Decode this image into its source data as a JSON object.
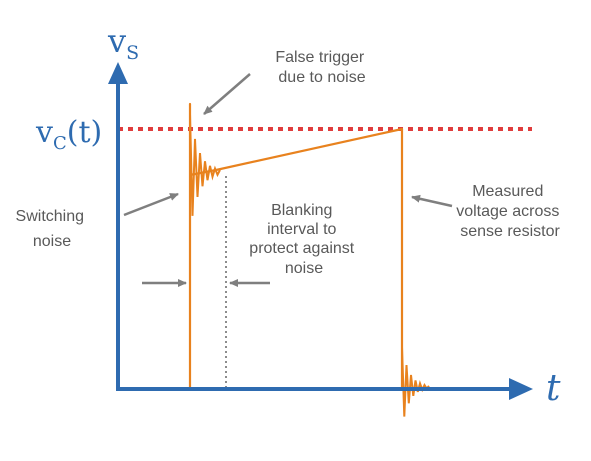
{
  "axes": {
    "y_label_main": "v",
    "y_label_sub": "S",
    "x_label": "t",
    "color": "#2e6bb0"
  },
  "threshold": {
    "label_main": "v",
    "label_sub": "C",
    "label_suffix": "(t)",
    "color": "#e03c3c"
  },
  "waveform": {
    "color": "#e8821e"
  },
  "annotations": {
    "false_trigger": [
      "False trigger",
      "due to noise"
    ],
    "switching_noise": [
      "Switching",
      "noise"
    ],
    "blanking": [
      "Blanking",
      "interval to",
      "protect against",
      "noise"
    ],
    "measured": [
      "Measured",
      "voltage across",
      "sense resistor"
    ],
    "arrow_color": "#7f7f7f"
  }
}
